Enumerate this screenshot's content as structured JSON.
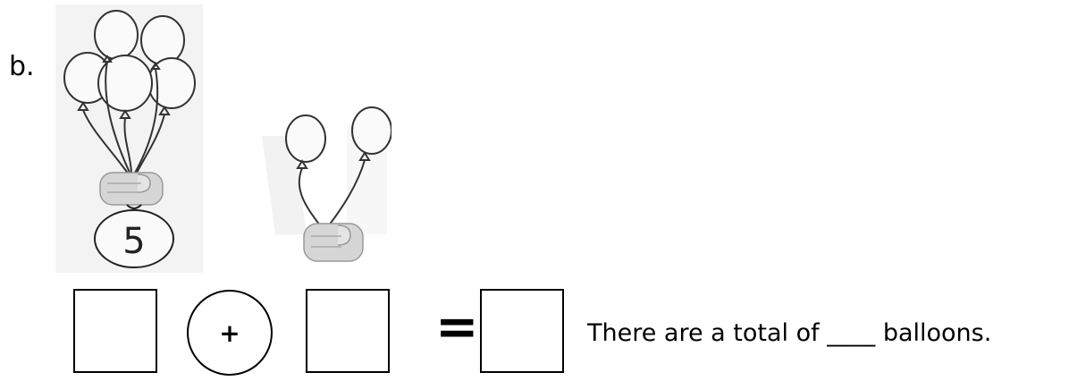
{
  "problem": {
    "label": "b."
  },
  "illustration": {
    "bag_number": "5",
    "icons": [
      "balloon-bunch-icon",
      "hand-icon",
      "number-bag-icon",
      "balloon-pair-icon"
    ]
  },
  "equation": {
    "operator": "+",
    "equals": "="
  },
  "sentence": {
    "prefix": "There are a total of",
    "blank": "____",
    "suffix": "balloons."
  }
}
